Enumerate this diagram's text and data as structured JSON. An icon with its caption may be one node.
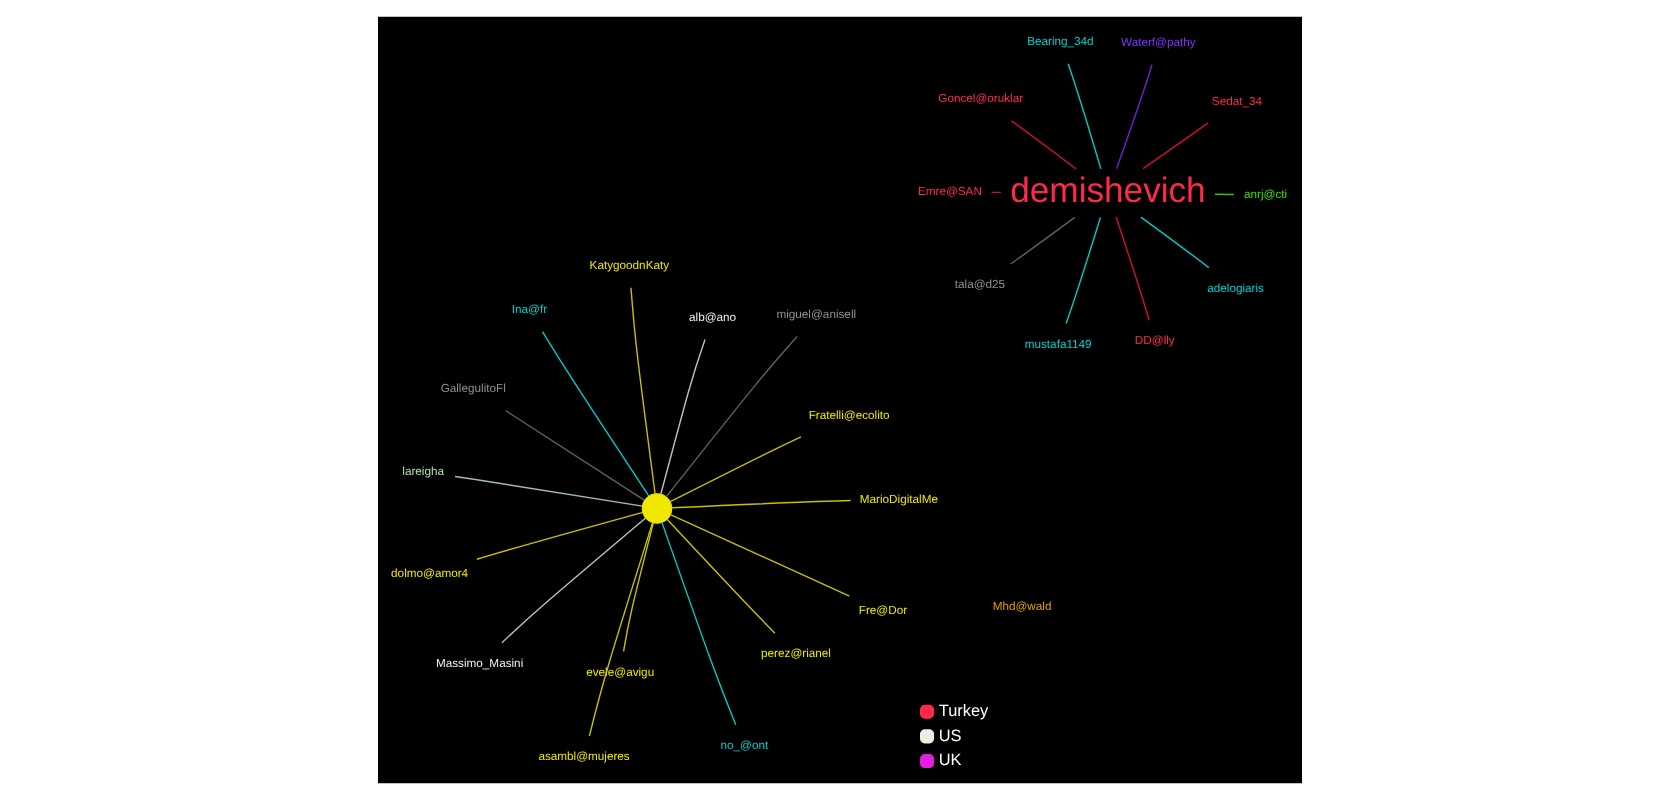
{
  "diagram": {
    "nodes": [
      {
        "text": [
          "demishevich"
        ]
      },
      {
        "text": [],
        "shape": "circle"
      },
      {
        "text": [
          "Sedat_34"
        ]
      },
      {
        "text": [
          "mustafa1149"
        ]
      },
      {
        "text": [
          "Bearing_34d"
        ]
      },
      {
        "text": [
          "Waterf@pathy"
        ]
      },
      {
        "text": [
          "Goncel@oruklar"
        ]
      },
      {
        "text": [
          "Emre@SAN"
        ]
      },
      {
        "text": [
          "anrj@cti"
        ]
      },
      {
        "text": [
          "tala@d25"
        ]
      },
      {
        "text": [
          "adelogiaris"
        ]
      },
      {
        "text": [
          "DD@lly"
        ]
      },
      {
        "text": [
          "Fratelli@ecolito"
        ]
      },
      {
        "text": [
          "asambl@mujeres"
        ]
      },
      {
        "text": [
          "Ina@fr"
        ]
      },
      {
        "text": [
          "alb@ano"
        ]
      },
      {
        "text": [
          "GallegulitoFl"
        ]
      },
      {
        "text": [
          "dolmo@amor4"
        ]
      },
      {
        "text": [
          "Fre@Dor"
        ]
      },
      {
        "text": [
          "Massimo_Masini"
        ]
      },
      {
        "text": [
          "no_@ont"
        ]
      },
      {
        "text": [
          "evele@avigu"
        ]
      },
      {
        "text": [
          "lareigha"
        ]
      },
      {
        "text": [
          "MarioDigitalMe"
        ]
      },
      {
        "text": [
          "miguel@anisell"
        ]
      },
      {
        "text": [
          "KatygoodnKaty"
        ]
      },
      {
        "text": [
          "perez@rianel"
        ]
      },
      {
        "text": [
          "Mhd@wald"
        ]
      }
    ],
    "edges": [
      {
        "from": 2,
        "to": 0,
        "arrow": "none",
        "color": "#d01030"
      },
      {
        "from": 3,
        "to": 0,
        "arrow": "none",
        "color": "#00c8c8"
      },
      {
        "from": 4,
        "to": 0,
        "arrow": "none",
        "color": "#00c8c8"
      },
      {
        "from": 5,
        "to": 0,
        "arrow": "none",
        "color": "#6a1fd0"
      },
      {
        "from": 6,
        "to": 0,
        "arrow": "none",
        "color": "#d01030"
      },
      {
        "from": 7,
        "to": 0,
        "arrow": "none",
        "color": "#d01030"
      },
      {
        "from": 8,
        "to": 0,
        "arrow": "none",
        "color": "#40c000"
      },
      {
        "from": 9,
        "to": 0,
        "arrow": "none",
        "color": "#606060"
      },
      {
        "from": 10,
        "to": 0,
        "arrow": "none",
        "color": "#00c8c8"
      },
      {
        "from": 11,
        "to": 0,
        "arrow": "none",
        "color": "#d01030"
      },
      {
        "from": 12,
        "to": 1,
        "arrow": "none",
        "color": "#c8c000"
      },
      {
        "from": 13,
        "to": 1,
        "arrow": "none",
        "color": "#c8c000"
      },
      {
        "from": 14,
        "to": 1,
        "arrow": "none",
        "color": "#00c8c8"
      },
      {
        "from": 15,
        "to": 1,
        "arrow": "none",
        "color": "#c0c0c0"
      },
      {
        "from": 16,
        "to": 1,
        "arrow": "none",
        "color": "#606060"
      },
      {
        "from": 17,
        "to": 1,
        "arrow": "none",
        "color": "#c8c000"
      },
      {
        "from": 18,
        "to": 1,
        "arrow": "none",
        "color": "#c8c000"
      },
      {
        "from": 19,
        "to": 1,
        "arrow": "none",
        "color": "#c0c0c0"
      },
      {
        "from": 20,
        "to": 1,
        "arrow": "none",
        "color": "#00c8c8"
      },
      {
        "from": 21,
        "to": 1,
        "arrow": "none",
        "color": "#c8c000"
      },
      {
        "from": 22,
        "to": 1,
        "arrow": "none",
        "color": "#a0c0a0"
      },
      {
        "from": 23,
        "to": 1,
        "arrow": "none",
        "color": "#c8c000"
      },
      {
        "from": 24,
        "to": 1,
        "arrow": "none",
        "color": "#606060"
      },
      {
        "from": 25,
        "to": 1,
        "arrow": "none",
        "color": "#c8c000"
      },
      {
        "from": 26,
        "to": 1,
        "arrow": "none",
        "color": "#c8c000"
      }
    ],
    "legend": [
      {
        "text": "Turkey",
        "color": "#ff2a4a"
      },
      {
        "text": "US",
        "color": "#f0ede0"
      },
      {
        "text": "UK",
        "color": "#e020e0"
      }
    ]
  }
}
